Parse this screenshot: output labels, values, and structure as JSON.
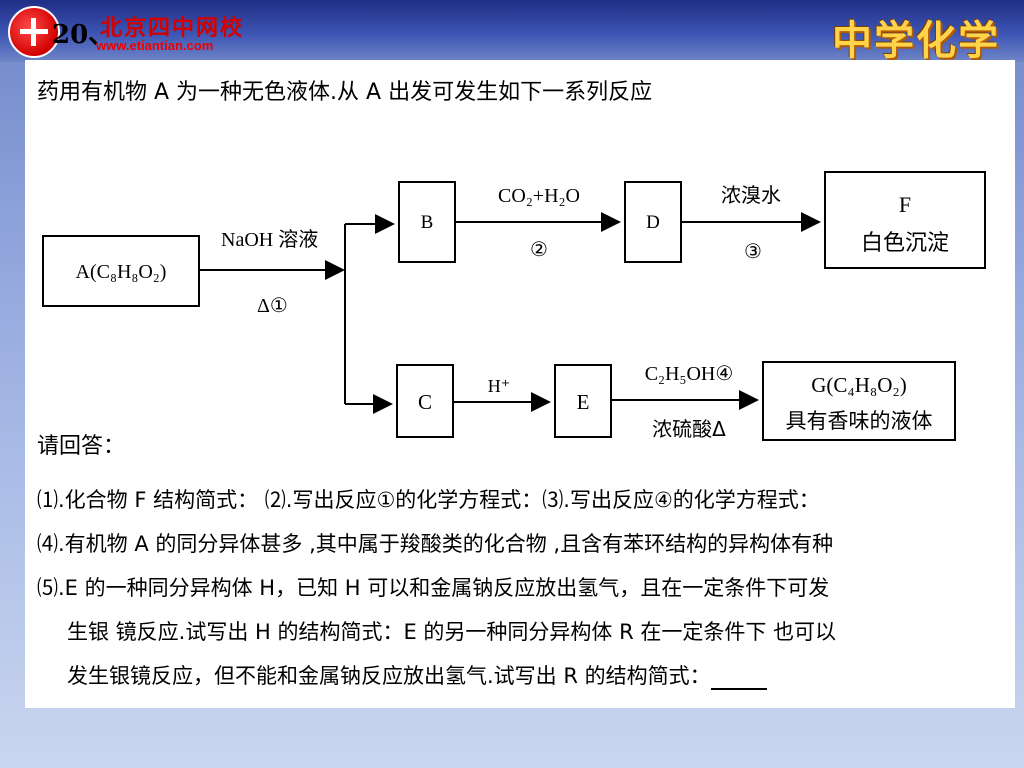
{
  "header": {
    "slide_number": "20、",
    "school_name": "北京四中网校",
    "school_url": "www.etiantian.com",
    "brand": "中学化学"
  },
  "intro": "药用有机物 A 为一种无色液体.从 A 出发可发生如下一系列反应",
  "diagram": {
    "A": "A(C₈H₈O₂)",
    "B": "B",
    "C": "C",
    "D": "D",
    "E": "E",
    "F_line1": "F",
    "F_line2": "白色沉淀",
    "G_line1": "G(C₄H₈O₂)",
    "G_line2": "具有香味的液体",
    "step1_top": "NaOH 溶液",
    "step1_bottom": "Δ①",
    "step2_top": "CO₂+H₂O",
    "step2_bottom": "②",
    "step3_top": "浓溴水",
    "step3_bottom": "③",
    "stepCE_top": "H⁺",
    "step4_top": "C₂H₅OH④",
    "step4_bottom": "浓硫酸Δ"
  },
  "questions": {
    "prompt": "请回答：",
    "q1_line": "⑴.化合物 F 结构简式：  ⑵.写出反应①的化学方程式：⑶.写出反应④的化学方程式：",
    "q4_line": "⑷.有机物 A 的同分异体甚多 ,其中属于羧酸类的化合物 ,且含有苯环结构的异构体有种",
    "q5_line1": "⑸.E 的一种同分异构体 H，已知 H 可以和金属钠反应放出氢气，且在一定条件下可发",
    "q5_line2": "生银 镜反应.试写出 H 的结构简式：E 的另一种同分异构体 R 在一定条件下 也可以",
    "q5_line3": "发生银镜反应，但不能和金属钠反应放出氢气.试写出 R 的结构简式："
  }
}
